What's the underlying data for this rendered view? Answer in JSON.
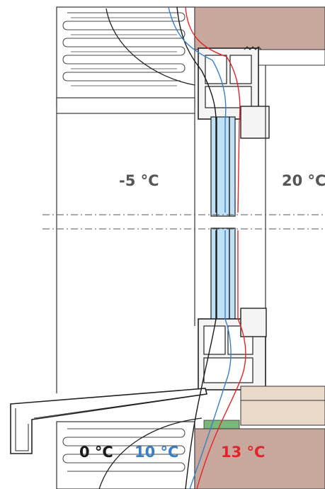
{
  "labels": {
    "exterior_temp": "-5 °C",
    "interior_temp": "20 °C",
    "isotherm_0": "0 °C",
    "isotherm_10": "10 °C",
    "isotherm_13": "13 °C"
  },
  "colors": {
    "isotherm_0": "#1a1a1a",
    "isotherm_10": "#3a7fc4",
    "isotherm_13": "#e0242c",
    "masonry": "#c8a89c",
    "screed": "#e8d9c8",
    "glass": "#bfe0f5",
    "text_gray": "#555555"
  }
}
